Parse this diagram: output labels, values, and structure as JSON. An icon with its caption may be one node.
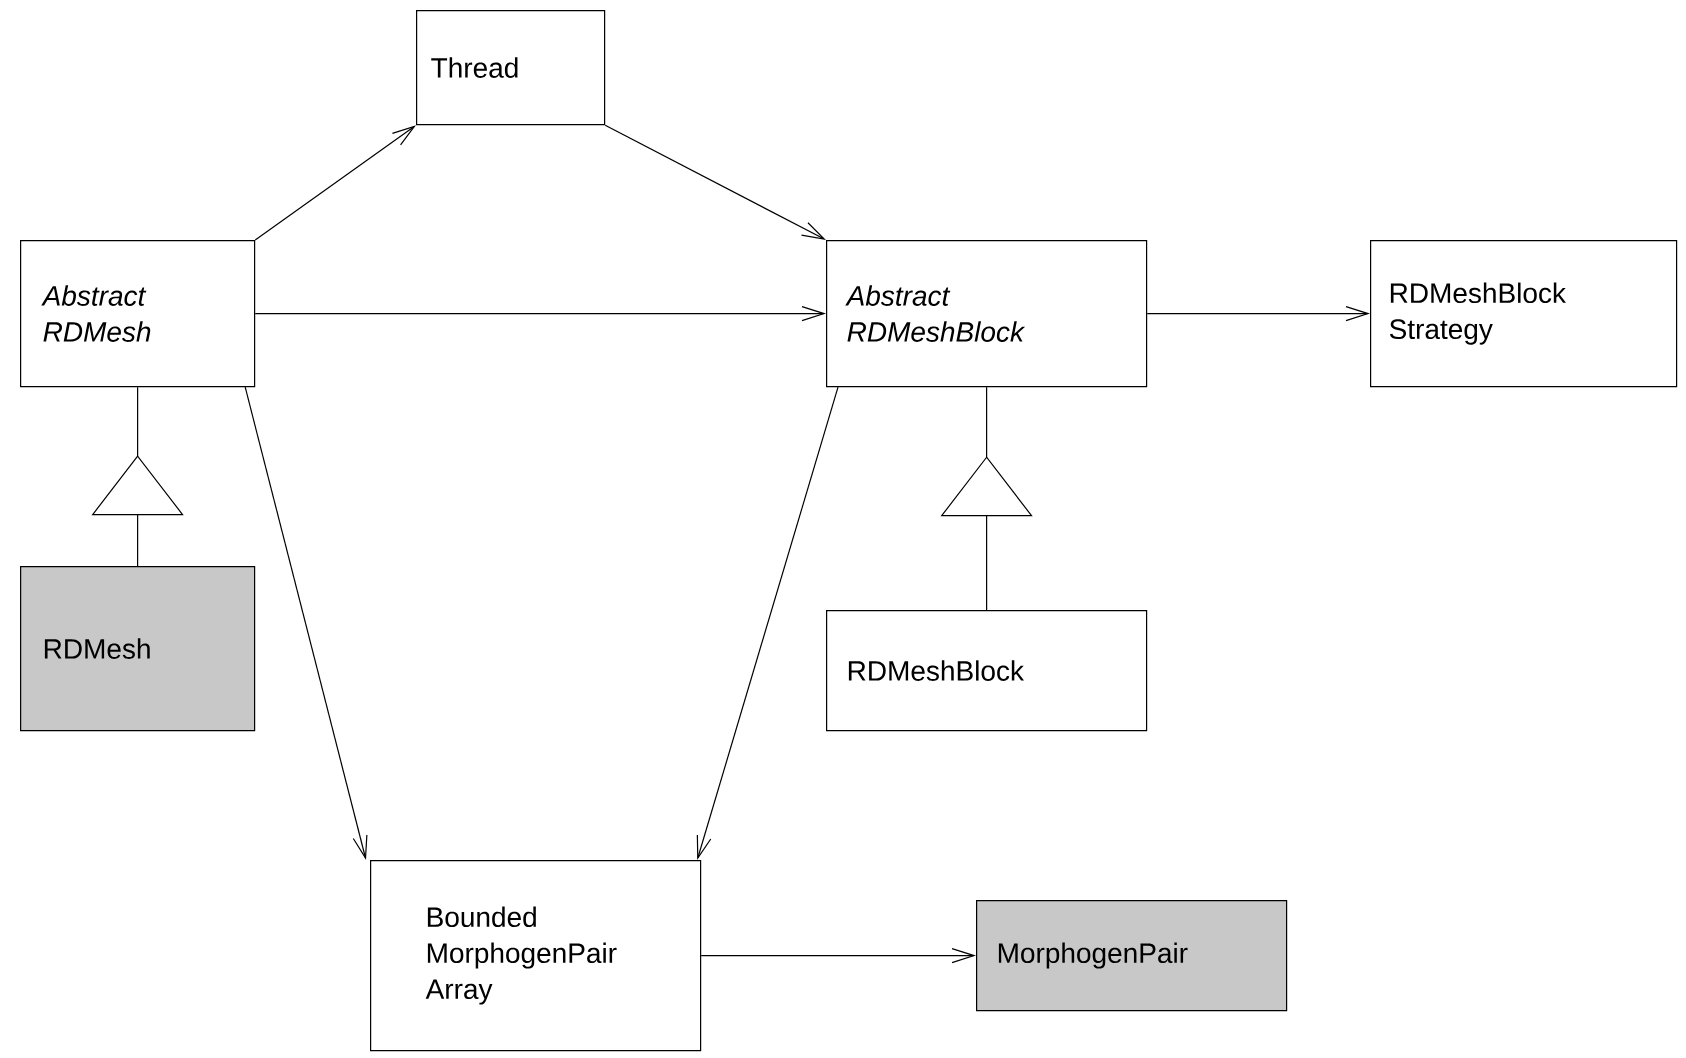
{
  "diagram": {
    "nodes": [
      {
        "text": [
          "Thread"
        ]
      },
      {
        "text": [
          "Abstract RDMesh"
        ]
      },
      {
        "text": [
          "Abstract RDMeshBlock"
        ]
      },
      {
        "text": [
          "RDMeshBlock Strategy"
        ]
      },
      {
        "text": [
          "RDMesh"
        ]
      },
      {
        "text": [
          "RDMeshBlock"
        ]
      },
      {
        "text": [
          "Bounded MorphogenPair Array"
        ]
      },
      {
        "text": [
          "MorphogenPair"
        ]
      }
    ],
    "edges": [
      {
        "from": 1,
        "to": 0,
        "arrow": "to"
      },
      {
        "from": 0,
        "to": 2,
        "arrow": "to"
      },
      {
        "from": 1,
        "to": 2,
        "arrow": "to"
      },
      {
        "from": 2,
        "to": 3,
        "arrow": "to"
      },
      {
        "from": 4,
        "to": 1,
        "arrow": "to"
      },
      {
        "from": 5,
        "to": 2,
        "arrow": "to"
      },
      {
        "from": 1,
        "to": 6,
        "arrow": "to"
      },
      {
        "from": 2,
        "to": 6,
        "arrow": "to"
      },
      {
        "from": 6,
        "to": 7,
        "arrow": "to"
      }
    ]
  }
}
